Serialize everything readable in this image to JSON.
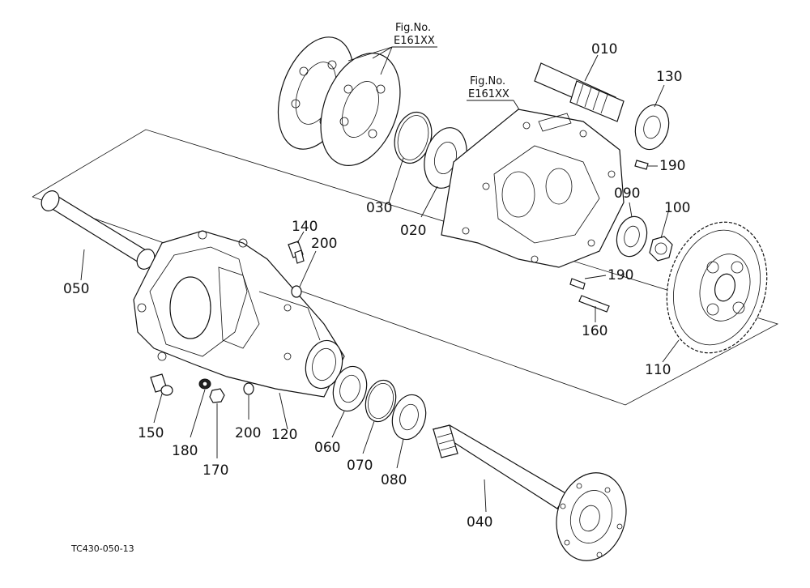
{
  "figure_refs": [
    {
      "line1": "Fig.No.",
      "line2": "E161XX"
    },
    {
      "line1": "Fig.No.",
      "line2": "E161XX"
    }
  ],
  "part_labels": [
    "010",
    "130",
    "190",
    "090",
    "100",
    "190",
    "160",
    "110",
    "030",
    "020",
    "140",
    "200",
    "050",
    "200",
    "120",
    "150",
    "180",
    "170",
    "060",
    "070",
    "080",
    "040"
  ],
  "drawing_code": "TC430-050-13"
}
